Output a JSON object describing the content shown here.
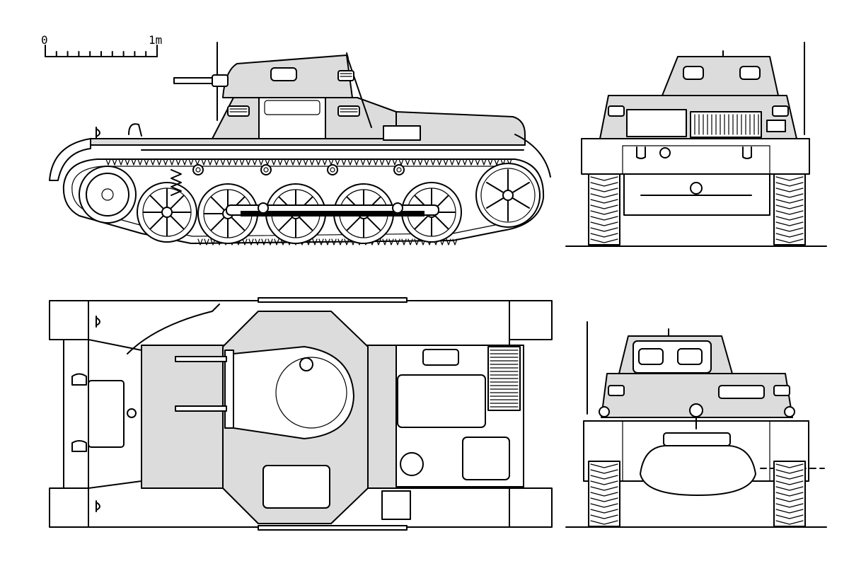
{
  "scale_bar": {
    "start_label": "0",
    "end_label": "1m",
    "divisions": 10
  },
  "views": [
    {
      "id": "side",
      "label": ""
    },
    {
      "id": "front",
      "label": ""
    },
    {
      "id": "top",
      "label": ""
    },
    {
      "id": "rear",
      "label": ""
    }
  ],
  "colors": {
    "ink": "#000000",
    "paper": "#ffffff",
    "armor_fill": "#dcdcdc"
  }
}
